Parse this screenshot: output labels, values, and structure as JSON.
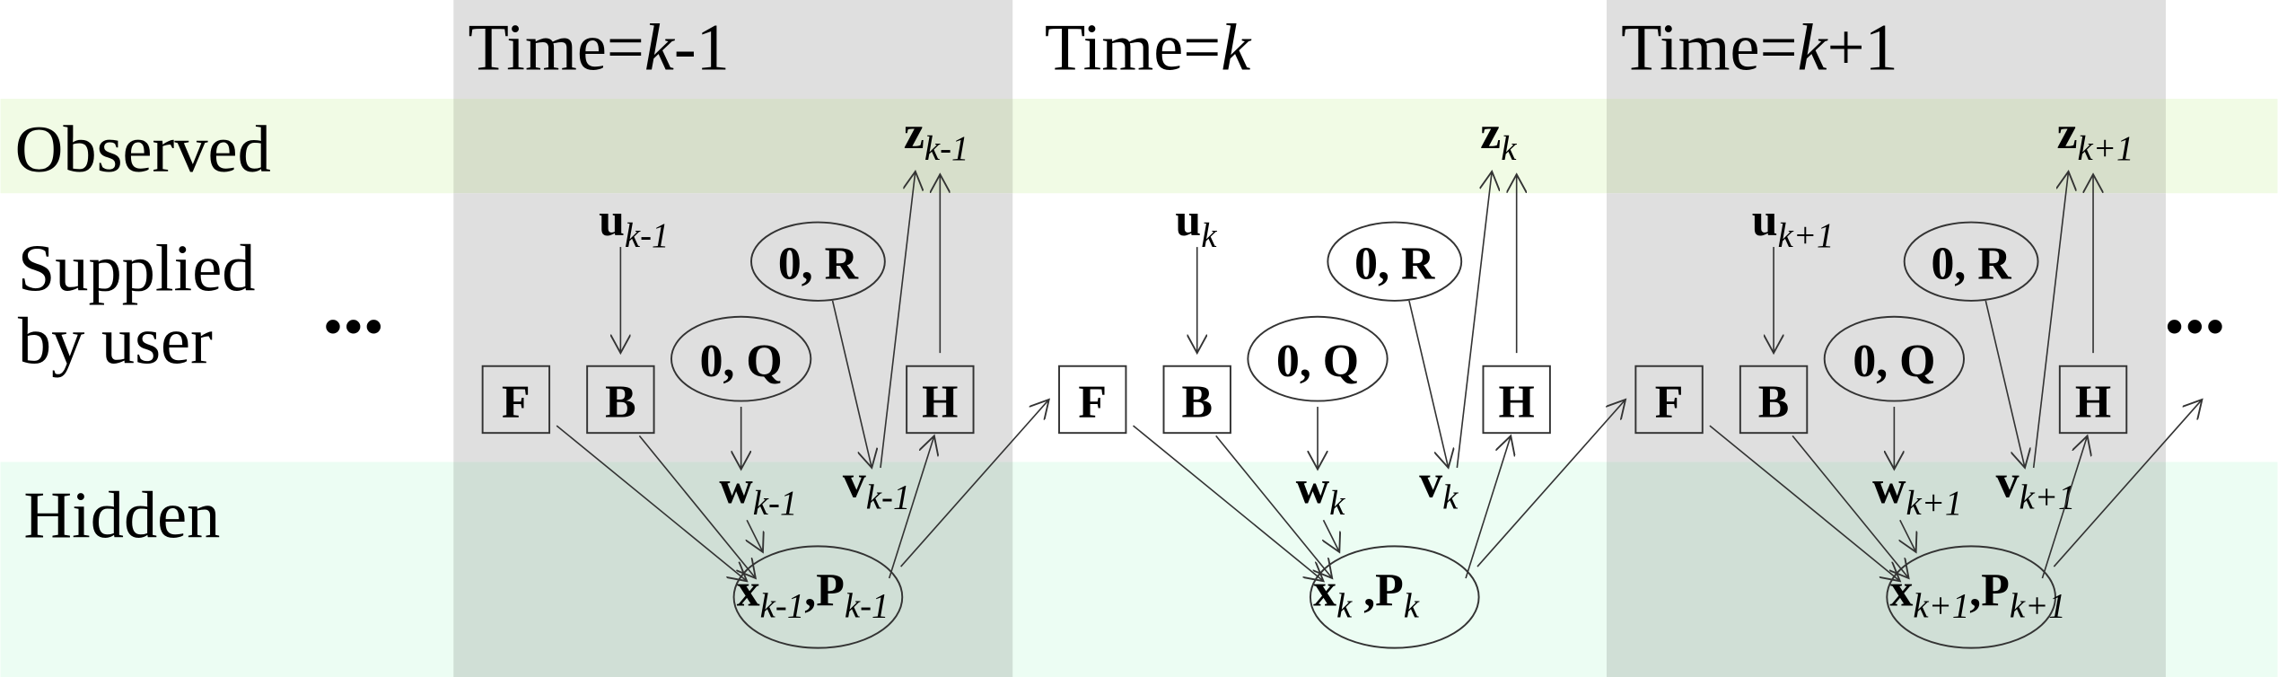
{
  "row_labels": {
    "observed": "Observed",
    "supplied_line1": "Supplied",
    "supplied_line2": "by user",
    "hidden": "Hidden"
  },
  "ellipsis": "•••",
  "colors": {
    "step_gray": "#dfdfdf",
    "observed_band": "#f1fbe5",
    "observed_band_gray": "#d7dfcb",
    "hidden_band": "#ecfdf3",
    "hidden_band_gray": "#d0dfd6",
    "line": "#333333"
  },
  "steps": [
    {
      "time_prefix": "Time=",
      "time_k": "k",
      "time_suffix": "-1",
      "sub": "k-1",
      "shaded": true,
      "F": "F",
      "B": "B",
      "H": "H",
      "Q": "0, Q",
      "R": "0, R",
      "u": "u",
      "w": "w",
      "v": "v",
      "z": "z",
      "x": "x",
      "P": "P",
      "sep": ","
    },
    {
      "time_prefix": "Time=",
      "time_k": "k",
      "time_suffix": "",
      "sub": "k",
      "shaded": false,
      "F": "F",
      "B": "B",
      "H": "H",
      "Q": "0, Q",
      "R": "0, R",
      "u": "u",
      "w": "w",
      "v": "v",
      "z": "z",
      "x": "x",
      "P": "P",
      "sep": " ,"
    },
    {
      "time_prefix": "Time=",
      "time_k": "k",
      "time_suffix": "+1",
      "sub": "k+1",
      "shaded": true,
      "F": "F",
      "B": "B",
      "H": "H",
      "Q": "0, Q",
      "R": "0, R",
      "u": "u",
      "w": "w",
      "v": "v",
      "z": "z",
      "x": "x",
      "P": "P",
      "sep": ","
    }
  ]
}
